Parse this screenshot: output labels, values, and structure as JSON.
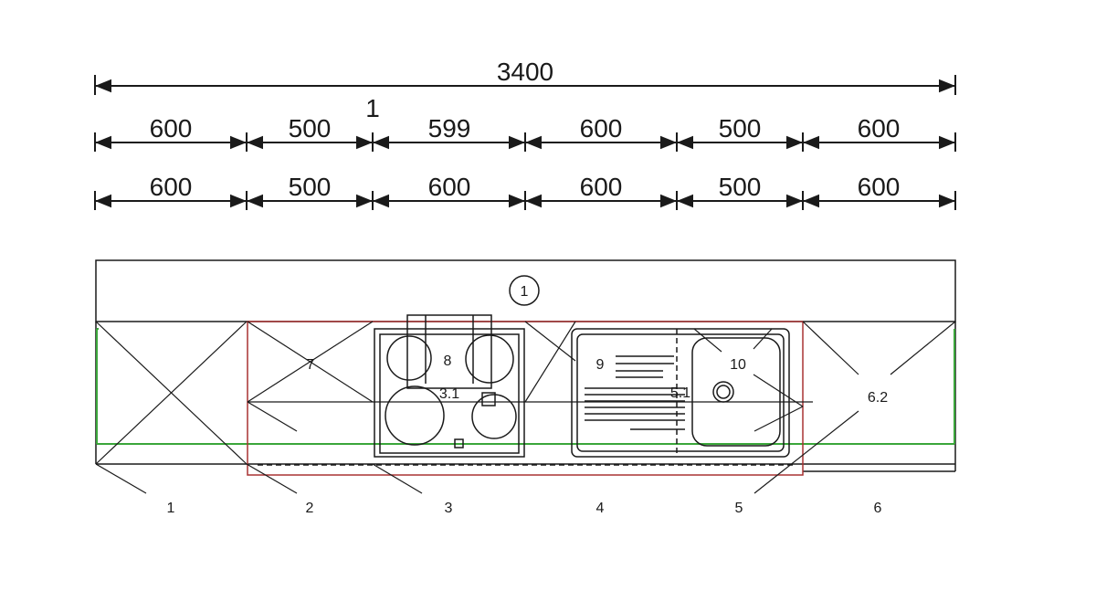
{
  "dimensions": {
    "total": "3400",
    "marker": "1",
    "row1": [
      "600",
      "500",
      "599",
      "600",
      "500",
      "600"
    ],
    "row2": [
      "600",
      "500",
      "600",
      "600",
      "500",
      "600"
    ]
  },
  "worktop": {
    "position_label": "1"
  },
  "item_labels": {
    "7": "7",
    "8": "8",
    "3_1": "3.1",
    "9": "9",
    "5_1": "5.1",
    "10": "10",
    "6_2": "6.2"
  },
  "cabinet_numbers": [
    "1",
    "2",
    "3",
    "4",
    "5",
    "6"
  ],
  "colors": {
    "line": "#1a1a1a",
    "appliance_outline": "#a83232",
    "base_outline": "#3aa63a"
  }
}
